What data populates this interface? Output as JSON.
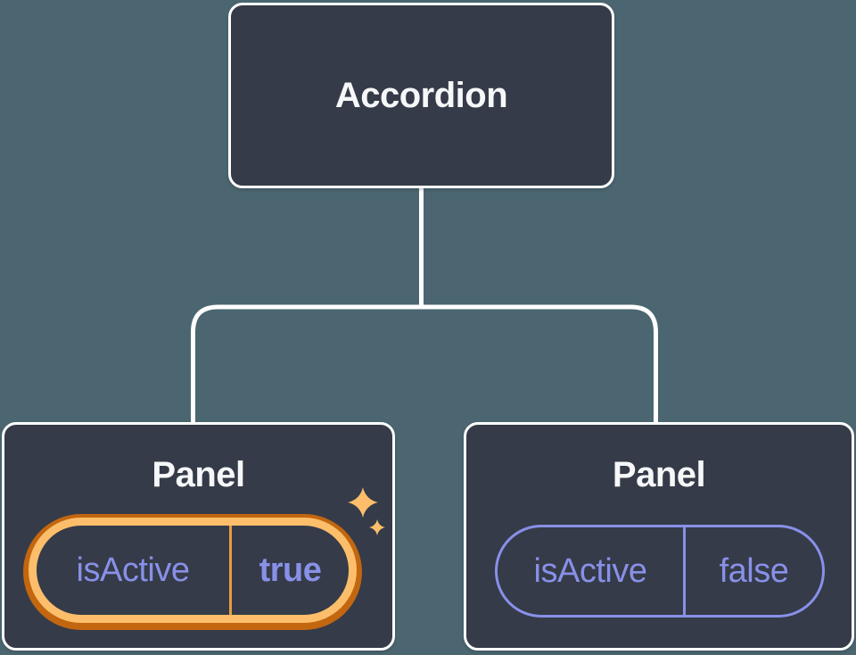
{
  "tree": {
    "root": {
      "label": "Accordion"
    },
    "children": [
      {
        "label": "Panel",
        "prop_name": "isActive",
        "prop_value": "true",
        "state": "active",
        "decoration": "sparkles-icon"
      },
      {
        "label": "Panel",
        "prop_name": "isActive",
        "prop_value": "false",
        "state": "inactive"
      }
    ]
  },
  "colors": {
    "background": "#4b6670",
    "node_fill": "#353b48",
    "node_border": "#ffffff",
    "node_title_text": "#f6f7f9",
    "prop_text": "#8890e8",
    "inactive_pill_border": "#8890e8",
    "highlight_ring_inner": "#fcbe6b",
    "highlight_ring_outer": "#c2660f",
    "highlight_divider": "#e89b3f",
    "sparkle": "#fcbe6b",
    "connector": "#ffffff"
  }
}
